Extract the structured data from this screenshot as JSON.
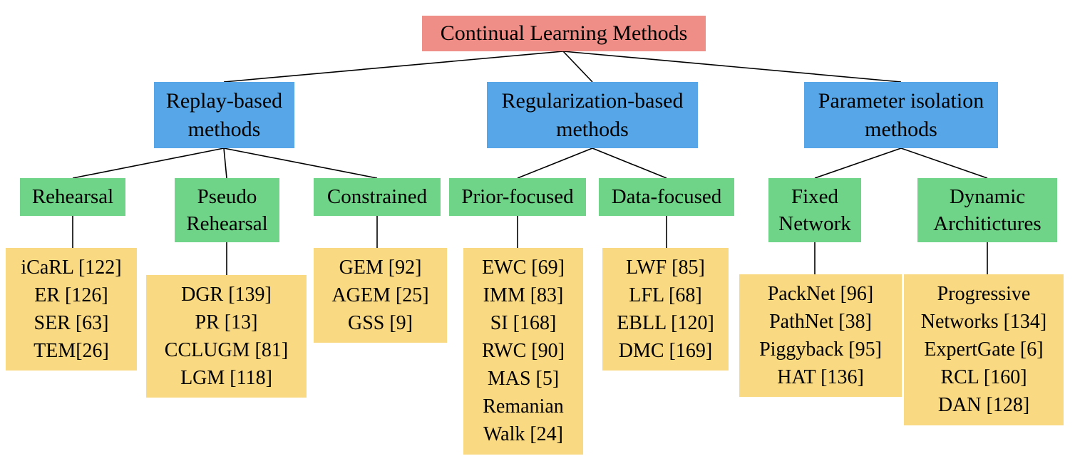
{
  "title": "Continual Learning Methods taxonomy diagram",
  "colors": {
    "root_box": "#ee8e87",
    "category_box": "#57a7e8",
    "subcategory_box": "#70d488",
    "leaf_box": "#fad983",
    "line": "#000000",
    "text": "#000000"
  },
  "nodes": {
    "root": "Continual Learning Methods",
    "categories": {
      "replay": "Replay-based methods",
      "regularization": "Regularization-based methods",
      "parameter_isolation": "Parameter isolation methods"
    },
    "subcategories": {
      "rehearsal": "Rehearsal",
      "pseudo_rehearsal": "Pseudo Rehearsal",
      "constrained": "Constrained",
      "prior_focused": "Prior-focused",
      "data_focused": "Data-focused",
      "fixed_network": "Fixed Network",
      "dynamic_architectures": "Dynamic Architictures"
    },
    "leaves": {
      "rehearsal": [
        "iCaRL [122]",
        "ER [126]",
        "SER [63]",
        "TEM[26]"
      ],
      "pseudo_rehearsal": [
        "DGR [139]",
        "PR [13]",
        "CCLUGM [81]",
        "LGM [118]"
      ],
      "constrained": [
        "GEM [92]",
        "AGEM [25]",
        "GSS [9]"
      ],
      "prior_focused": [
        "EWC [69]",
        "IMM [83]",
        "SI [168]",
        "RWC [90]",
        "MAS [5]",
        "Remanian Walk [24]"
      ],
      "data_focused": [
        "LWF [85]",
        "LFL [68]",
        "EBLL [120]",
        "DMC [169]"
      ],
      "fixed_network": [
        "PackNet [96]",
        "PathNet [38]",
        "Piggyback [95]",
        "HAT [136]"
      ],
      "dynamic_architectures": [
        "Progressive Networks [134]",
        "ExpertGate [6]",
        "RCL [160]",
        "DAN [128]"
      ]
    }
  }
}
